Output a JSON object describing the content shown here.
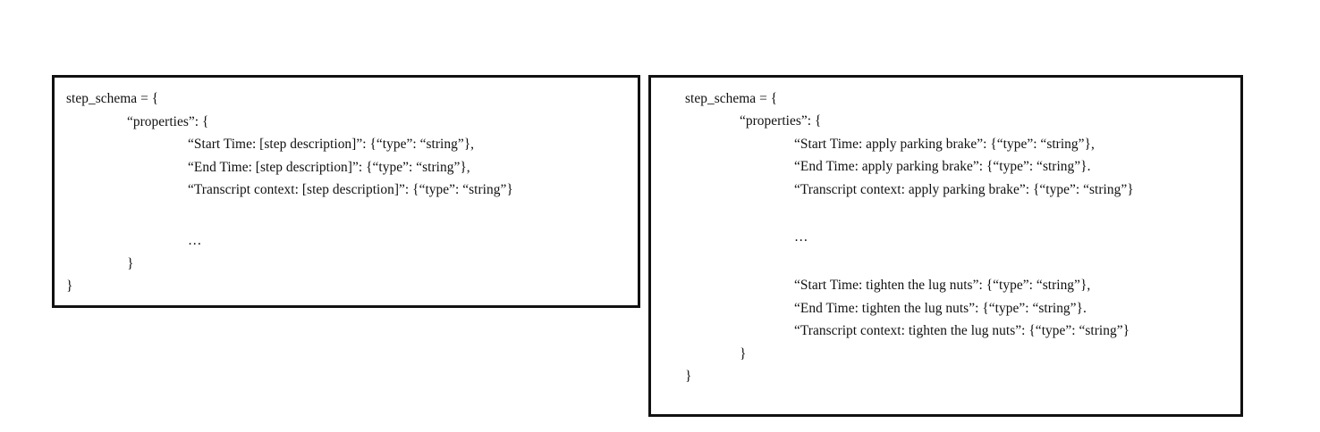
{
  "page": {
    "background_color": "#ffffff",
    "border_color": "#111111",
    "text_color": "#101010"
  },
  "panels": [
    {
      "id": "schema-template",
      "lines": [
        {
          "indent": 0,
          "text": "step_schema = {"
        },
        {
          "indent": 1,
          "text": "“properties”: {"
        },
        {
          "indent": 2,
          "text": "“Start Time: [step description]”: {“type”: “string”},"
        },
        {
          "indent": 2,
          "text": "“End Time: [step description]”: {“type”: “string”},"
        },
        {
          "indent": 2,
          "text": "“Transcript context: [step description]”: {“type”: “string”}"
        },
        {
          "indent": 2,
          "text": "",
          "spacer": "lg"
        },
        {
          "indent": 2,
          "text": "…"
        },
        {
          "indent": 1,
          "text": "}"
        },
        {
          "indent": 0,
          "text": "}"
        }
      ]
    },
    {
      "id": "schema-instantiated",
      "lines": [
        {
          "indent": 0,
          "text": "step_schema = {"
        },
        {
          "indent": 1,
          "text": "“properties”: {"
        },
        {
          "indent": 2,
          "text": "“Start Time: apply parking brake”: {“type”: “string”},"
        },
        {
          "indent": 2,
          "text": "“End Time: apply parking brake”: {“type”: “string”}."
        },
        {
          "indent": 2,
          "text": "“Transcript context: apply parking brake”: {“type”: “string”}"
        },
        {
          "indent": 2,
          "text": "",
          "spacer": "lg"
        },
        {
          "indent": 2,
          "text": "…"
        },
        {
          "indent": 2,
          "text": "",
          "spacer": "sm"
        },
        {
          "indent": 2,
          "text": "“Start Time: tighten the lug nuts”: {“type”: “string”},"
        },
        {
          "indent": 2,
          "text": "“End Time: tighten the lug nuts”: {“type”: “string”}."
        },
        {
          "indent": 2,
          "text": "“Transcript context: tighten the lug nuts”: {“type”: “string”}"
        },
        {
          "indent": 1,
          "text": "}"
        },
        {
          "indent": 0,
          "text": "}"
        }
      ]
    }
  ]
}
